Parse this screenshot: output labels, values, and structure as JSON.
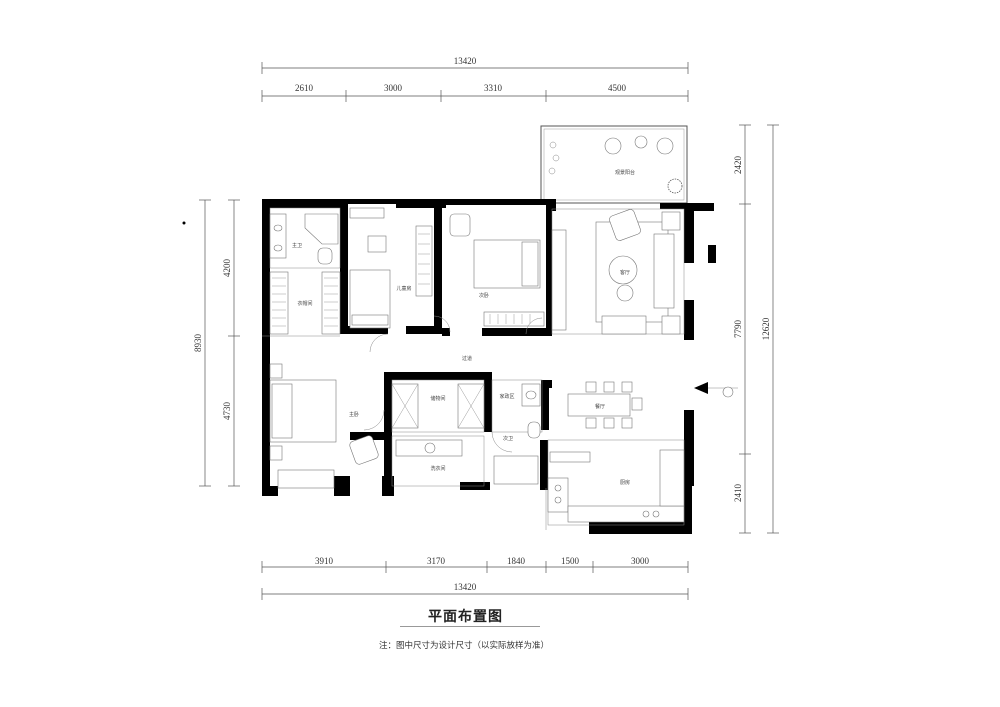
{
  "title": "平面布置图",
  "note": "注：图中尺寸为设计尺寸（以实际放样为准）",
  "dimensions": {
    "top_total": "13420",
    "top_segments": [
      "2610",
      "3000",
      "3310",
      "4500"
    ],
    "bottom_segments": [
      "3910",
      "3170",
      "1840",
      "1500",
      "3000"
    ],
    "bottom_total": "13420",
    "left_segments": [
      "4200",
      "4730"
    ],
    "left_total": "8930",
    "right_segments": [
      "2420",
      "7790",
      "2410"
    ],
    "right_total": "12620"
  },
  "rooms": {
    "balcony": "观景阳台",
    "living": "客厅",
    "master_bath": "主卫",
    "walk_in": "衣帽间",
    "kids_room": "儿童房",
    "second_bedroom": "次卧",
    "corridor": "过道",
    "master_bedroom": "主卧",
    "storage": "储物间",
    "laundry": "洗衣间",
    "guest_bath": "次卫",
    "dining": "餐厅",
    "utility": "家政区",
    "kitchen": "厨房"
  },
  "colors": {
    "wall": "#000000",
    "line": "#555555"
  }
}
